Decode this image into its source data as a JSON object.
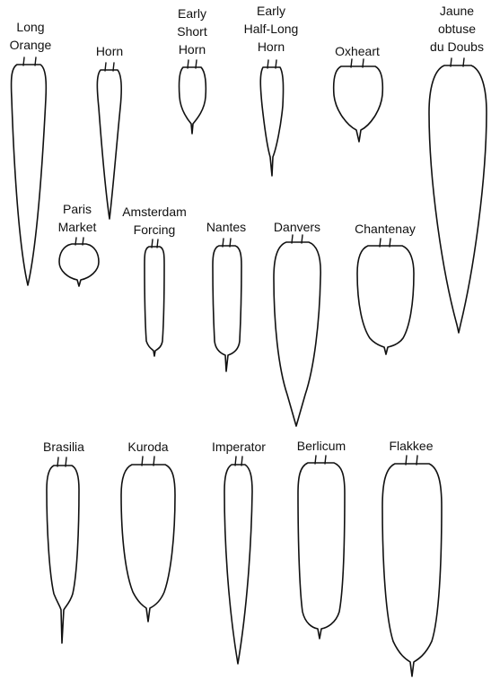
{
  "stroke_color": "#111111",
  "background": "#ffffff",
  "varieties": [
    {
      "name": "Long Orange",
      "label_lines": [
        "Long",
        "Orange"
      ]
    },
    {
      "name": "Horn",
      "label_lines": [
        "Horn"
      ]
    },
    {
      "name": "Early Short Horn",
      "label_lines": [
        "Early",
        "Short",
        "Horn"
      ]
    },
    {
      "name": "Early Half-Long Horn",
      "label_lines": [
        "Early",
        "Half-Long",
        "Horn"
      ]
    },
    {
      "name": "Oxheart",
      "label_lines": [
        "Oxheart"
      ]
    },
    {
      "name": "Jaune obtuse du Doubs",
      "label_lines": [
        "Jaune",
        "obtuse",
        "du Doubs"
      ]
    },
    {
      "name": "Paris Market",
      "label_lines": [
        "Paris",
        "Market"
      ]
    },
    {
      "name": "Amsterdam Forcing",
      "label_lines": [
        "Amsterdam",
        "Forcing"
      ]
    },
    {
      "name": "Nantes",
      "label_lines": [
        "Nantes"
      ]
    },
    {
      "name": "Danvers",
      "label_lines": [
        "Danvers"
      ]
    },
    {
      "name": "Chantenay",
      "label_lines": [
        "Chantenay"
      ]
    },
    {
      "name": "Brasilia",
      "label_lines": [
        "Brasilia"
      ]
    },
    {
      "name": "Kuroda",
      "label_lines": [
        "Kuroda"
      ]
    },
    {
      "name": "Imperator",
      "label_lines": [
        "Imperator"
      ]
    },
    {
      "name": "Berlicum",
      "label_lines": [
        "Berlicum"
      ]
    },
    {
      "name": "Flakkee",
      "label_lines": [
        "Flakkee"
      ]
    }
  ]
}
